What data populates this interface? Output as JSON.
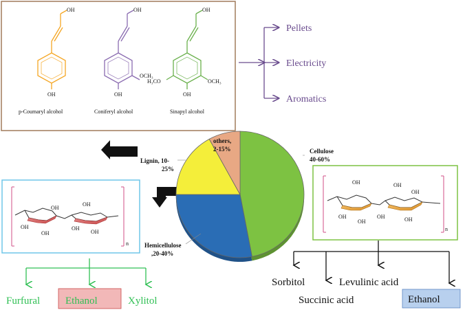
{
  "lignin_box": {
    "monomers": [
      {
        "name": "p-Coumaryl alcohol",
        "oh_top": "OH",
        "oh_bottom": "OH",
        "color": "#f5a623"
      },
      {
        "name": "Coniferyl alcohol",
        "oh_top": "OH",
        "oh_bottom": "OH",
        "substituent": "OCH₃",
        "color": "#8a6bb0"
      },
      {
        "name": "Sinapyl alcohol",
        "oh_top": "OH",
        "oh_bottom": "OH",
        "substituent_left": "H₃CO",
        "substituent_right": "OCH₃",
        "color": "#6ab04c"
      }
    ],
    "border_color": "#a07a5a"
  },
  "lignin_products": [
    "Pellets",
    "Electricity",
    "Aromatics"
  ],
  "pie": {
    "slices": [
      {
        "label_line1": "Cellulose",
        "label_line2": "40-60%",
        "value": 47,
        "color": "#7dc242"
      },
      {
        "label_line1": "Hemicellulose",
        "label_line2": ",20-40%",
        "value": 28,
        "color": "#2a6db5"
      },
      {
        "label_line1": "Lignin, 10-",
        "label_line2": "25%",
        "value": 17,
        "color": "#f4ee3a"
      },
      {
        "label_line1": "others,",
        "label_line2": "2-15%",
        "value": 8,
        "color": "#e8a884"
      }
    ]
  },
  "hemicellulose_box": {
    "oh_labels": [
      "OH",
      "OH",
      "OH",
      "OH",
      "OH",
      "OH"
    ],
    "subscript": "n",
    "border_color": "#6ec6e8"
  },
  "cellulose_box": {
    "oh_labels": [
      "OH",
      "OH",
      "OH",
      "OH",
      "OH",
      "OH",
      "OH"
    ],
    "subscript": "n",
    "border_color": "#7dc242"
  },
  "hemicellulose_products": [
    {
      "label": "Furfural",
      "boxed": false
    },
    {
      "label": "Ethanol",
      "boxed": true,
      "box_color": "#f2b8b8"
    },
    {
      "label": "Xylitol",
      "boxed": false
    }
  ],
  "cellulose_products": [
    {
      "label": "Sorbitol"
    },
    {
      "label": "Levulinic acid"
    },
    {
      "label": "Succinic acid"
    },
    {
      "label": "Ethanol",
      "boxed": true,
      "box_color": "#b8d0ee"
    }
  ]
}
